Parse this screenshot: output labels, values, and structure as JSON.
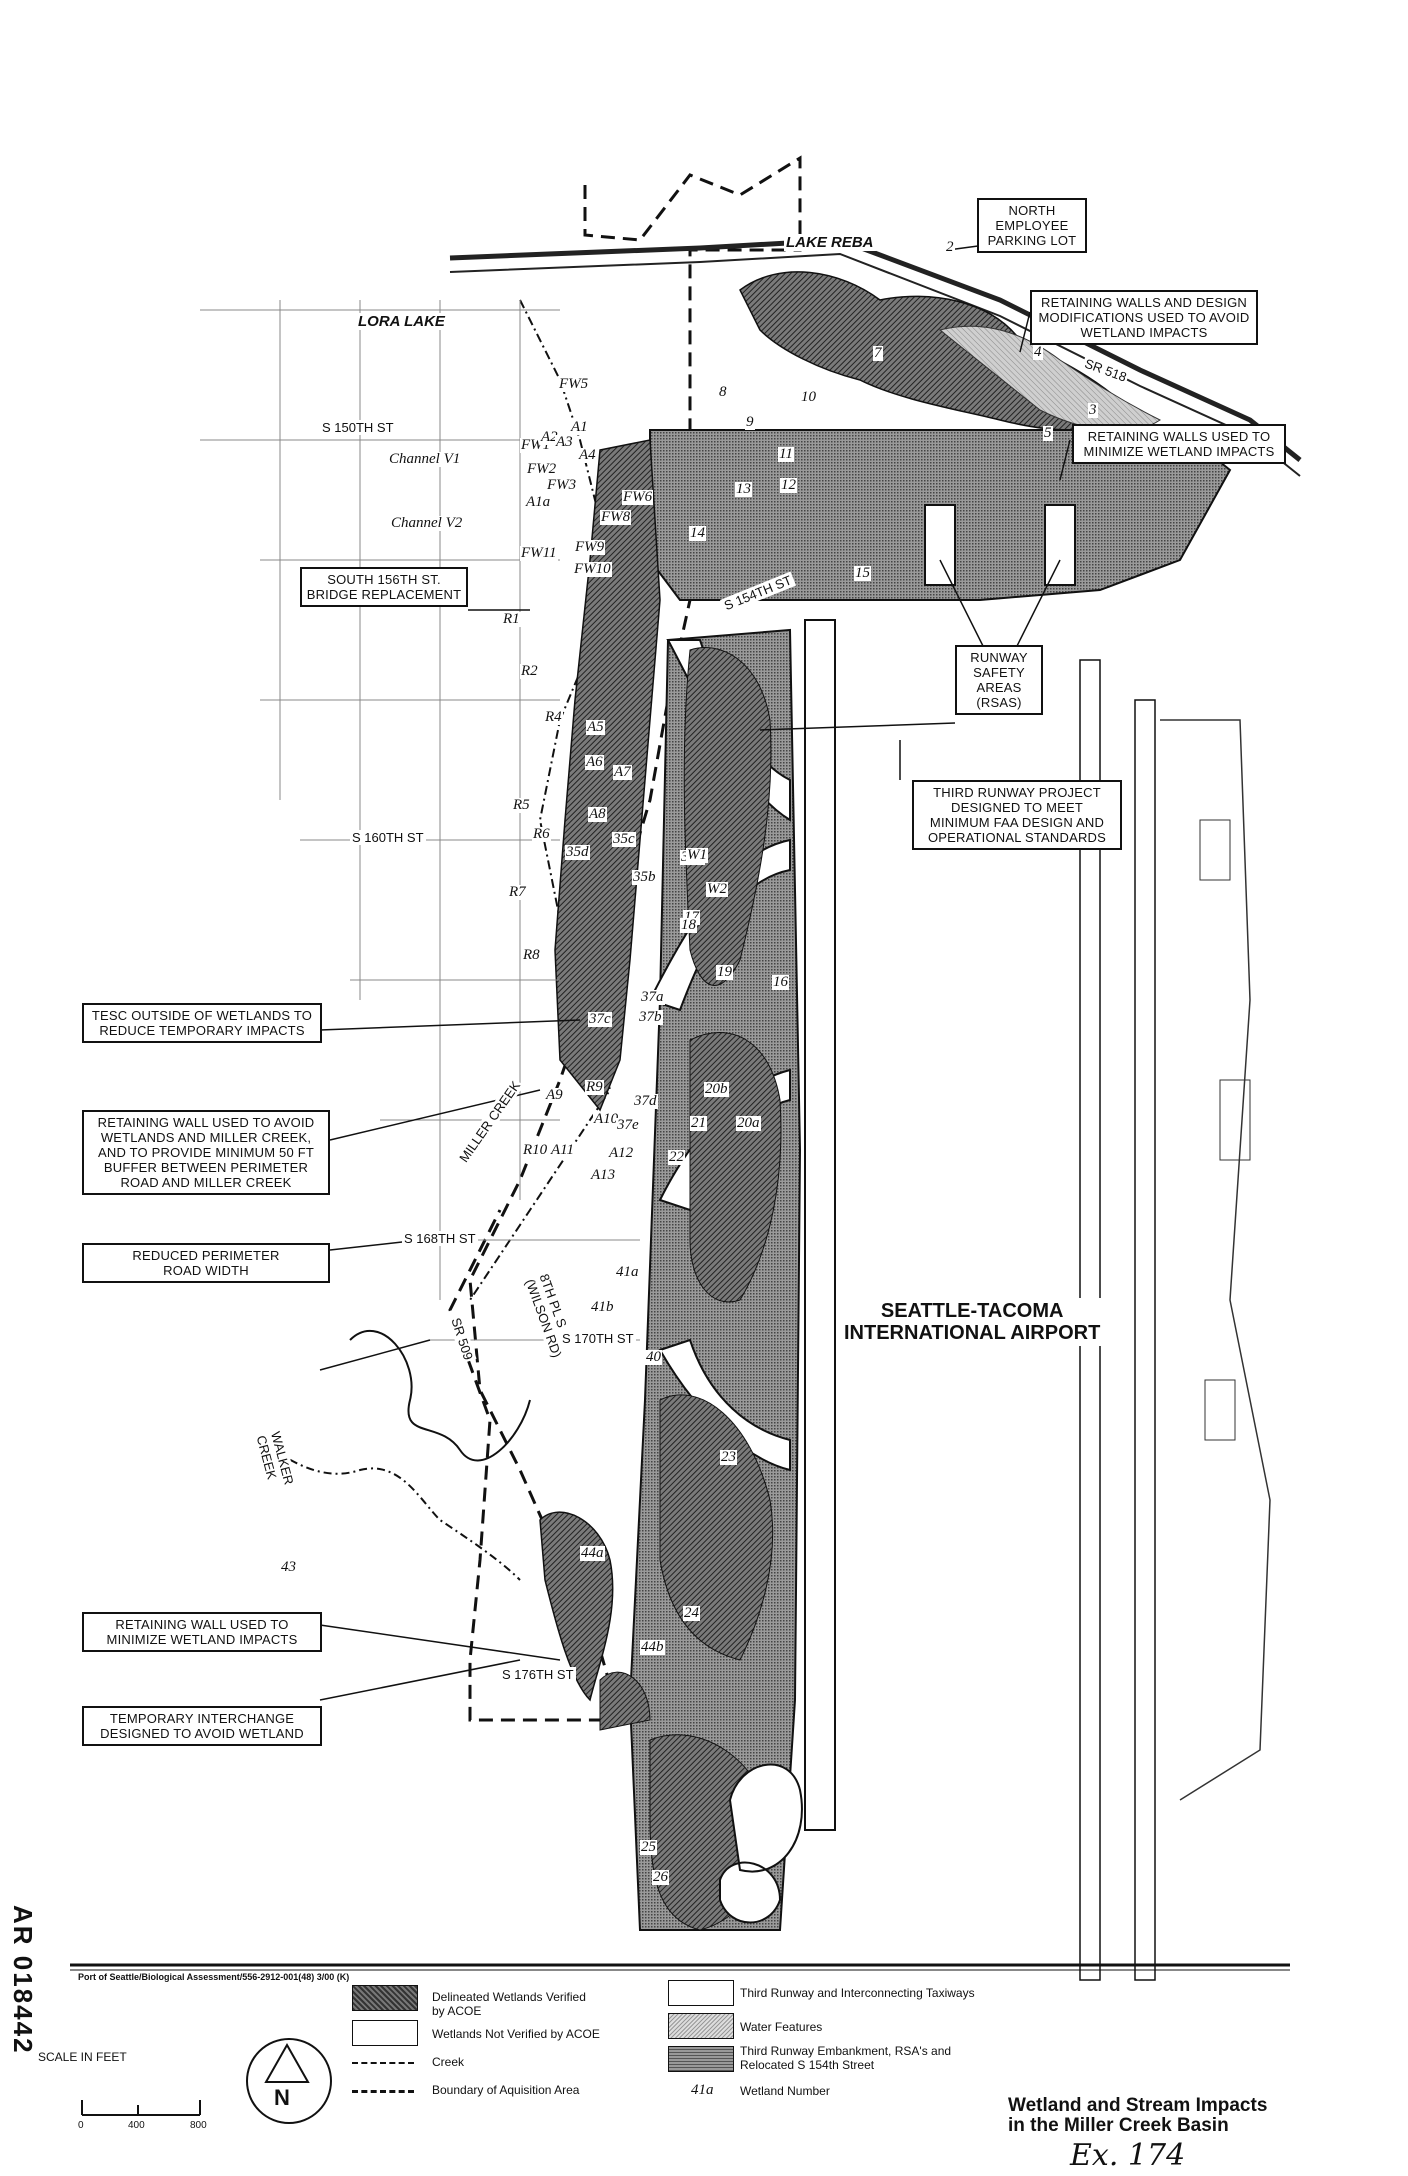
{
  "map": {
    "title": "Wetland and Stream Impacts\nin the Miller Creek Basin",
    "exhibit": "Ex. 174",
    "ar_stamp": "AR 018442",
    "source_line": "Port of Seattle/Biological Assessment/556-2912-001(48) 3/00 (K)",
    "airport_label": "SEATTLE-TACOMA\nINTERNATIONAL AIRPORT"
  },
  "callouts": {
    "north_parking": "NORTH\nEMPLOYEE\nPARKING LOT",
    "retaining_design": "RETAINING WALLS AND DESIGN\nMODIFICATIONS USED TO AVOID\nWETLAND IMPACTS",
    "retaining_minimize_top": "RETAINING WALLS USED TO\nMINIMIZE WETLAND IMPACTS",
    "bridge_replacement": "SOUTH 156TH ST.\nBRIDGE REPLACEMENT",
    "rsa": "RUNWAY\nSAFETY\nAREAS\n(RSAs)",
    "third_runway": "THIRD RUNWAY PROJECT\nDESIGNED TO MEET\nMINIMUM FAA DESIGN AND\nOPERATIONAL STANDARDS",
    "tesc": "TESC OUTSIDE OF WETLANDS TO\nREDUCE TEMPORARY IMPACTS",
    "retaining_miller": "RETAINING WALL USED TO AVOID\nWETLANDS AND MILLER CREEK,\nAND TO PROVIDE MINIMUM 50 FT\nBUFFER BETWEEN PERIMETER\nROAD AND MILLER CREEK",
    "reduced_road": "REDUCED PERIMETER\nROAD WIDTH",
    "retaining_minimize_bottom": "RETAINING WALL USED TO\nMINIMIZE WETLAND IMPACTS",
    "temp_interchange": "TEMPORARY INTERCHANGE\nDESIGNED TO AVOID WETLAND"
  },
  "place_labels": {
    "lake_reba": "LAKE REBA",
    "lora_lake": "LORA LAKE",
    "channel_v1": "Channel V1",
    "channel_v2": "Channel V2",
    "miller_creek": "MILLER CREEK",
    "walker_creek": "WALKER\nCREEK",
    "wilson_rd": "8TH PL S\n(WILSON RD)",
    "sr509": "SR 509",
    "sr518": "SR 518"
  },
  "streets": {
    "s150": "S 150TH ST",
    "s154": "S 154TH ST",
    "s160": "S 160TH ST",
    "s168": "S 168TH ST",
    "s170": "S 170TH ST",
    "s176": "S 176TH ST"
  },
  "wetland_numbers": [
    "2",
    "3",
    "4",
    "5",
    "7",
    "8",
    "9",
    "10",
    "11",
    "12",
    "13",
    "14",
    "15",
    "FW5",
    "FW1",
    "FW2",
    "FW3",
    "FW6",
    "FW8",
    "FW9",
    "FW10",
    "FW11",
    "A1",
    "A2",
    "A3",
    "A4",
    "A1a",
    "R1",
    "R2",
    "R4",
    "A5",
    "A6",
    "A7",
    "A8",
    "R5",
    "R6",
    "35c",
    "35d",
    "35a",
    "35b",
    "W1",
    "W2",
    "17",
    "18",
    "R7",
    "R8",
    "19",
    "37a",
    "37b",
    "37c",
    "16",
    "A9",
    "R9",
    "37d",
    "20b",
    "A10",
    "21",
    "20a",
    "R10",
    "A11",
    "37e",
    "A12",
    "A13",
    "22",
    "41a",
    "41b",
    "40",
    "23",
    "43",
    "44a",
    "24",
    "44b",
    "25",
    "26"
  ],
  "legend": {
    "items": [
      {
        "label": "Delineated Wetlands Verified\nby ACOE"
      },
      {
        "label": "Wetlands Not Verified by ACOE"
      },
      {
        "label": "Creek"
      },
      {
        "label": "Boundary of Aquisition Area"
      },
      {
        "label": "Third Runway and Interconnecting Taxiways"
      },
      {
        "label": "Water Features"
      },
      {
        "label": "Third Runway Embankment, RSA's and\nRelocated S 154th Street"
      },
      {
        "label": "Wetland Number"
      }
    ],
    "wetland_number_symbol": "41a"
  },
  "scale_bar": {
    "label": "SCALE IN FEET",
    "ticks": [
      "0",
      "400",
      "800"
    ]
  },
  "north_arrow": {
    "letter": "N",
    "icon": "north-arrow-icon"
  }
}
